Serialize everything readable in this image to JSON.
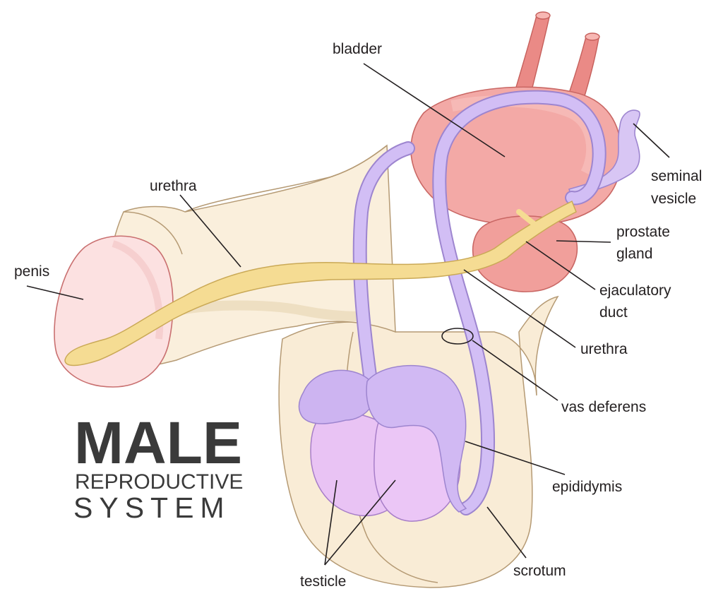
{
  "title": {
    "main": "MALE",
    "line2": "REPRODUCTIVE",
    "line3": "SYSTEM"
  },
  "labels": {
    "bladder": "bladder",
    "seminal_vesicle_line1": "seminal",
    "seminal_vesicle_line2": "vesicle",
    "prostate_line1": "prostate",
    "prostate_line2": "gland",
    "ejaculatory_line1": "ejaculatory",
    "ejaculatory_line2": "duct",
    "urethra_right": "urethra",
    "urethra_left": "urethra",
    "vas_deferens": "vas deferens",
    "epididymis": "epididymis",
    "scrotum": "scrotum",
    "testicle": "testicle",
    "penis": "penis"
  },
  "colors": {
    "bladder": "#f2a6a3",
    "bladder_dark": "#e8908e",
    "ureter": "#e8807c",
    "prostate": "#f09e9a",
    "vas": "#c8b2ee",
    "vas_outline": "#9d85cf",
    "urethra": "#f3d98f",
    "skin": "#f8ead2",
    "skin_outline": "#b59a74",
    "glans": "#fbdcdc",
    "glans_outline": "#c97070",
    "testicle": "#e6c0f2",
    "epididymis": "#cbb2f0",
    "leader": "#231f20",
    "text": "#231f20"
  }
}
